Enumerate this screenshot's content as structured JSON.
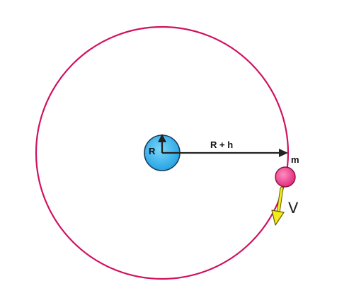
{
  "diagram": {
    "labels": {
      "planet_radius": "R",
      "orbit_radius": "R + h",
      "satellite_mass": "m",
      "velocity": "V"
    },
    "colors": {
      "orbit": "#d0115f",
      "planet_fill": "#3cb4ec",
      "planet_stroke": "#1a3d5c",
      "satellite_fill": "#ee3c8c",
      "satellite_stroke": "#8c1040",
      "arrow": "#222222",
      "velocity_arrow": "#f2ec1c",
      "velocity_arrow_outline": "#6a5a00"
    }
  }
}
